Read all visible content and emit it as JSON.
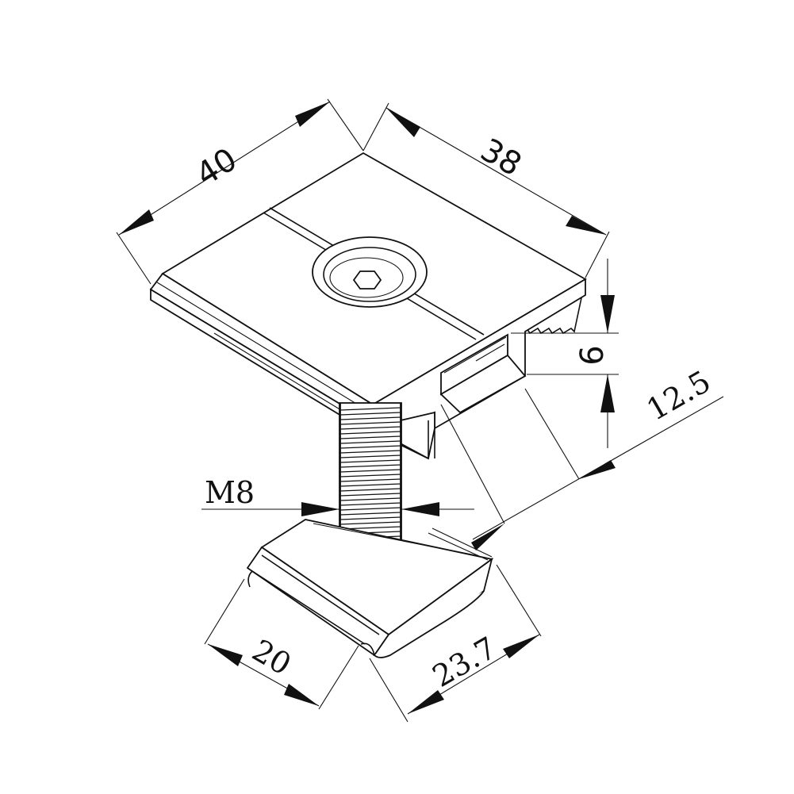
{
  "dimensions": {
    "top_width": "40",
    "top_depth": "38",
    "gap_height": "6",
    "total_height": "12.5",
    "thread": "M8",
    "nut_width": "20",
    "nut_length": "23.7"
  },
  "colors": {
    "line": "#111111",
    "background": "#ffffff"
  }
}
